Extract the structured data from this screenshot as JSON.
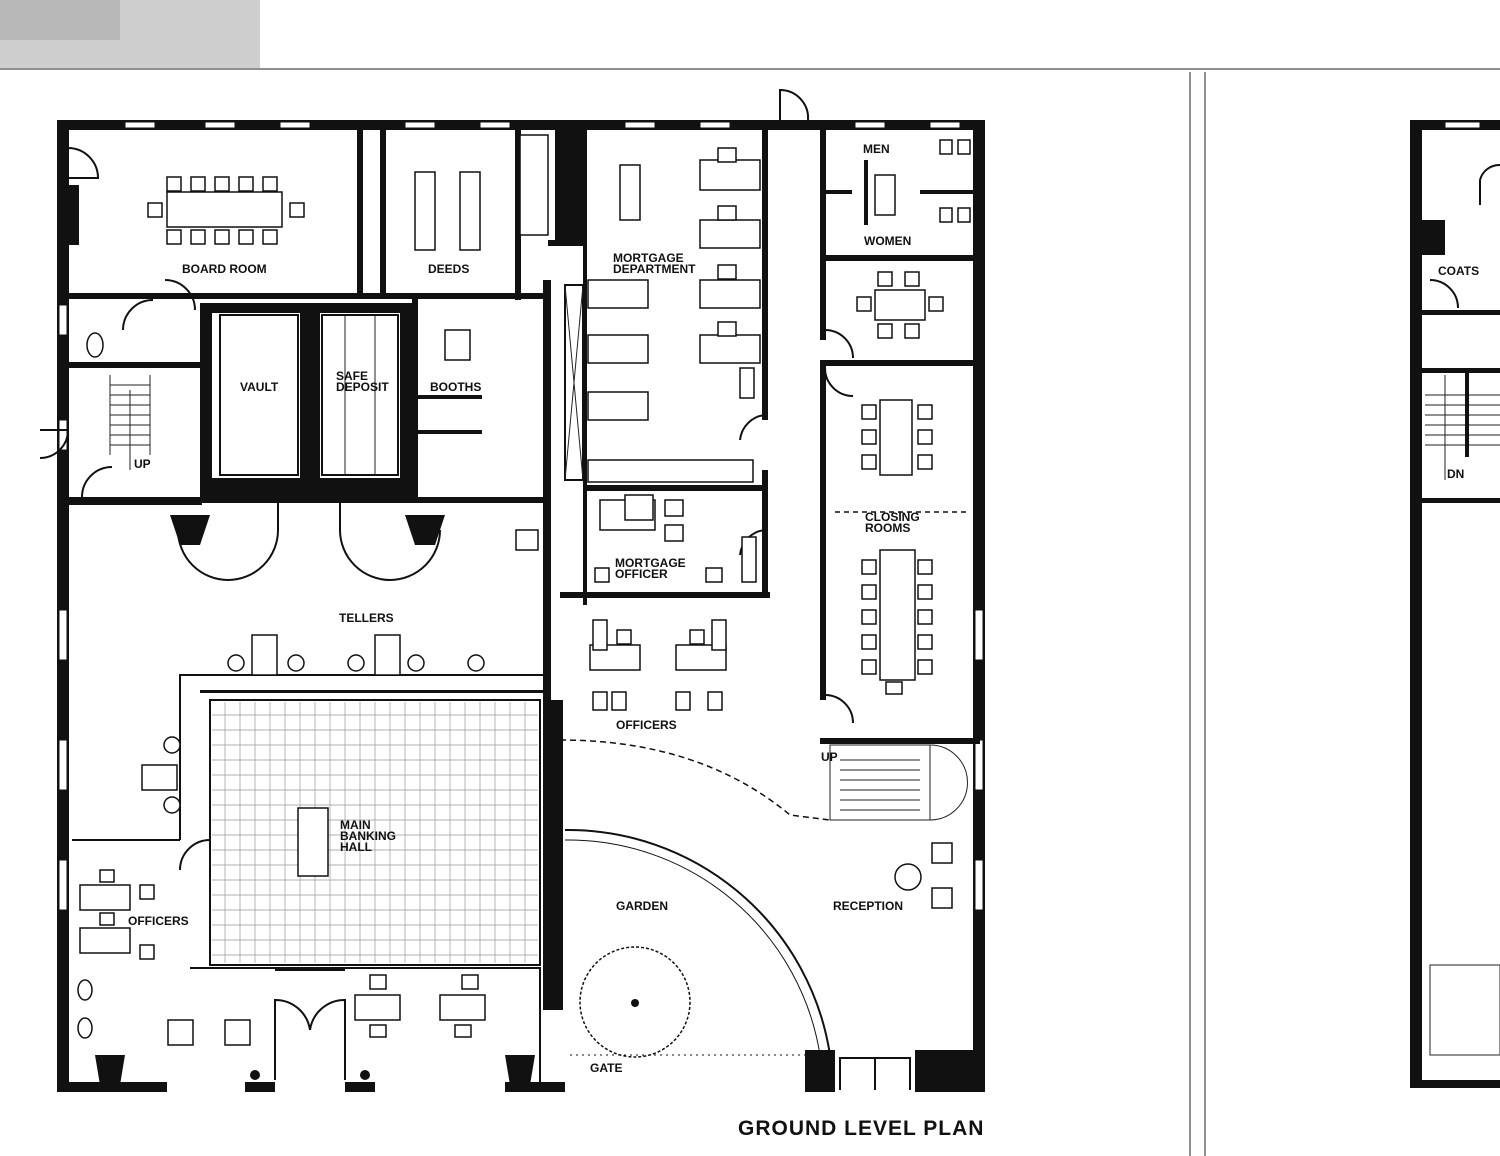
{
  "plan": {
    "title": "GROUND LEVEL PLAN",
    "rooms": {
      "board_room": "BOARD ROOM",
      "deeds": "DEEDS",
      "mortgage_department_1": "MORTGAGE",
      "mortgage_department_2": "DEPARTMENT",
      "men": "MEN",
      "women": "WOMEN",
      "vault": "VAULT",
      "safe_deposit_1": "SAFE",
      "safe_deposit_2": "DEPOSIT",
      "booths": "BOOTHS",
      "stair_up_left": "UP",
      "mortgage_officer_1": "MORTGAGE",
      "mortgage_officer_2": "OFFICER",
      "closing_rooms_1": "CLOSING",
      "closing_rooms_2": "ROOMS",
      "tellers": "TELLERS",
      "officers_right": "OFFICERS",
      "stair_up_right": "UP",
      "main_banking_hall_1": "MAIN",
      "main_banking_hall_2": "BANKING",
      "main_banking_hall_3": "HALL",
      "officers_left": "OFFICERS",
      "garden": "GARDEN",
      "reception": "RECEPTION",
      "gate": "GATE"
    },
    "adjacent": {
      "coats": "COATS",
      "stair_down": "DN"
    }
  }
}
